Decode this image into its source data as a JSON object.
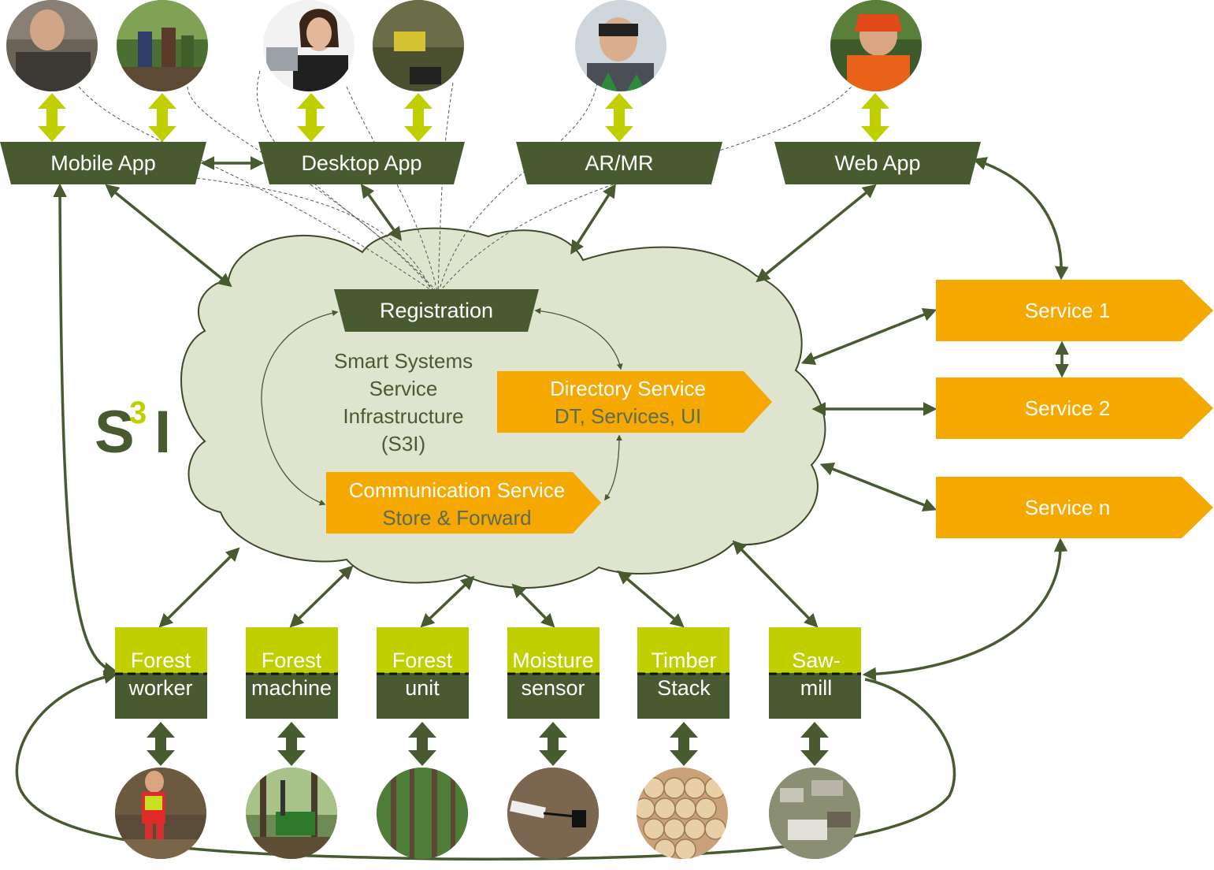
{
  "colors": {
    "dark_green": "#485a2f",
    "lime": "#bfcf00",
    "orange": "#f5a800",
    "cloud_fill": "#dfe4cf",
    "cloud_stroke": "#3c4a28"
  },
  "apps": {
    "mobile": "Mobile App",
    "desktop": "Desktop App",
    "armr": "AR/MR",
    "web": "Web App"
  },
  "cloud": {
    "logo_s": "S",
    "logo_sup": "3",
    "logo_i": "I",
    "registration": "Registration",
    "title_lines": [
      "Smart Systems",
      "Service",
      "Infrastructure",
      "(S3I)"
    ],
    "directory": {
      "title": "Directory Service",
      "subtitle": "DT, Services, UI"
    },
    "communication": {
      "title": "Communication Service",
      "subtitle": "Store & Forward"
    }
  },
  "services": [
    "Service 1",
    "Service 2",
    "Service n"
  ],
  "things": [
    {
      "top": "Forest",
      "bottom": "worker",
      "photo_icon": "forest-worker-photo"
    },
    {
      "top": "Forest",
      "bottom": "machine",
      "photo_icon": "forest-machine-photo"
    },
    {
      "top": "Forest",
      "bottom": "unit",
      "photo_icon": "forest-unit-photo"
    },
    {
      "top": "Moisture",
      "bottom": "sensor",
      "photo_icon": "moisture-sensor-photo"
    },
    {
      "top": "Timber",
      "bottom": "Stack",
      "photo_icon": "timber-stack-photo"
    },
    {
      "top": "Saw-",
      "bottom": "mill",
      "photo_icon": "sawmill-photo"
    }
  ],
  "user_photos": [
    "mobile-user-photo",
    "hikers-photo",
    "call-center-photo",
    "machine-cabin-photo",
    "ar-headset-photo",
    "forester-photo"
  ]
}
